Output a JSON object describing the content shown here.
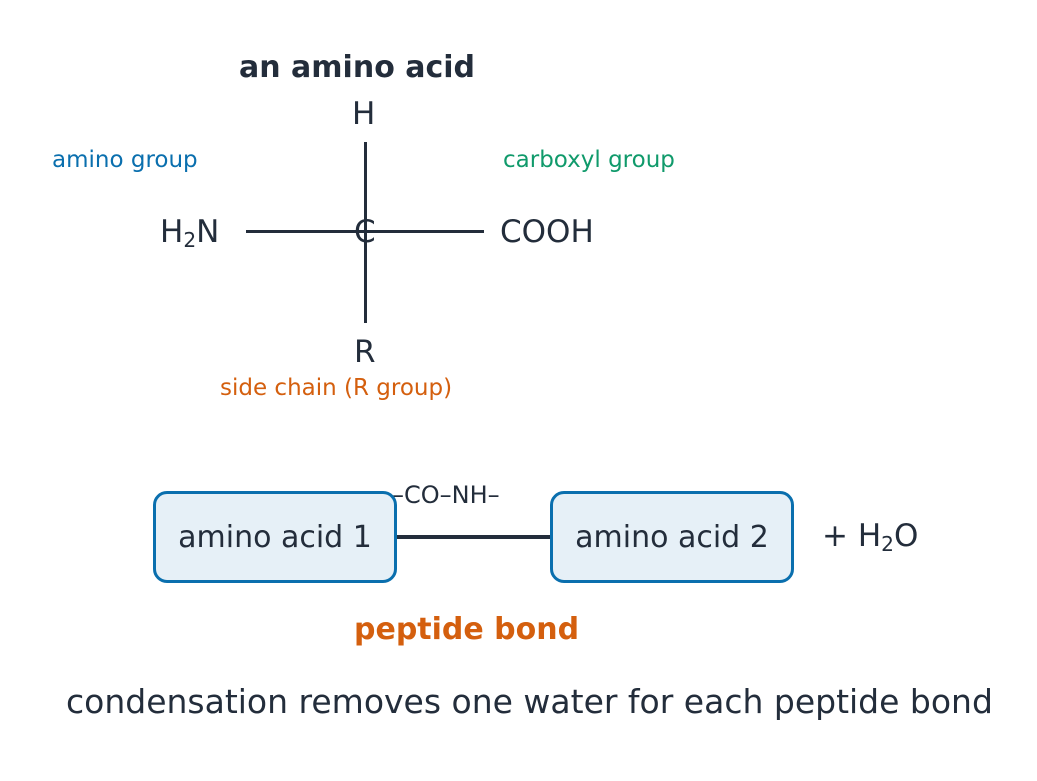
{
  "amino_acid": {
    "title": "an amino acid",
    "atom_top": "H",
    "atom_center": "C",
    "atom_bottom": "R",
    "atom_left_main": "H",
    "atom_left_sub": "2",
    "atom_left_tail": "N",
    "atom_right": "COOH",
    "label_amino": "amino group",
    "label_carboxyl": "carboxyl group",
    "label_side_chain": "side chain (R group)"
  },
  "peptide": {
    "box1": "amino acid 1",
    "box2": "amino acid 2",
    "bond_formula": "–CO–NH–",
    "water_plus": "+ H",
    "water_sub": "2",
    "water_tail": "O",
    "bond_label": "peptide bond",
    "caption": "condensation removes one water for each peptide bond"
  },
  "colors": {
    "amino_group": "#0a6fae",
    "carboxyl_group": "#109a6b",
    "side_chain": "#d45f0e",
    "box_border": "#0a6fae",
    "box_fill": "#e6f0f7",
    "text": "#232d3b"
  }
}
